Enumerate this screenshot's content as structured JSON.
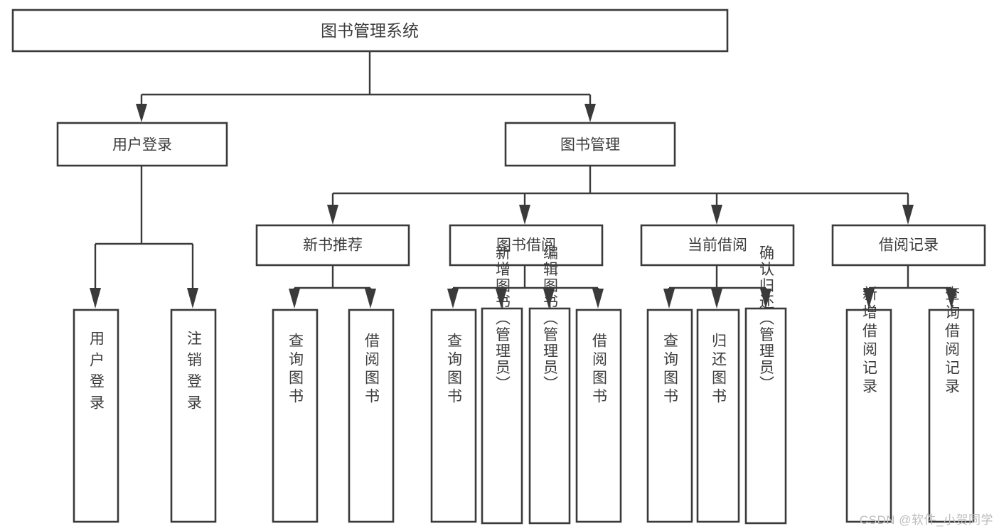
{
  "diagram": {
    "title": "图书管理系统",
    "type": "tree-hierarchy",
    "watermark": "CSDN @软件_小贺同学",
    "colors": {
      "background": "#ffffff",
      "box_stroke": "#3a3a3a",
      "box_fill": "#ffffff",
      "text": "#3c3c3c",
      "watermark": "#bdbdbd"
    },
    "root": {
      "label": "图书管理系统"
    },
    "level2": [
      {
        "label": "用户登录"
      },
      {
        "label": "图书管理"
      }
    ],
    "level3": [
      {
        "label": "新书推荐"
      },
      {
        "label": "图书借阅"
      },
      {
        "label": "当前借阅"
      },
      {
        "label": "借阅记录"
      }
    ],
    "leaves": {
      "user_login": [
        {
          "label": "用户登录"
        },
        {
          "label": "注销登录"
        }
      ],
      "new_book_recommend": [
        {
          "label": "查询图书"
        },
        {
          "label": "借阅图书"
        }
      ],
      "book_borrow": [
        {
          "label": "查询图书"
        },
        {
          "label": "新增图书（管理员）"
        },
        {
          "label": "编辑图书（管理员）"
        },
        {
          "label": "借阅图书"
        }
      ],
      "current_borrow": [
        {
          "label": "查询图书"
        },
        {
          "label": "归还图书"
        },
        {
          "label": "确认归还（管理员）"
        }
      ],
      "borrow_record": [
        {
          "label": "新增借阅记录"
        },
        {
          "label": "查询借阅记录"
        }
      ]
    }
  }
}
